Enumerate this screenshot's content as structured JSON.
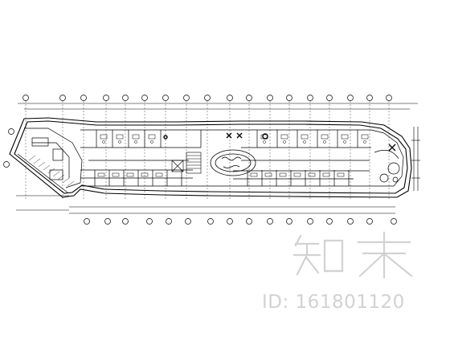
{
  "drawing": {
    "kind": "architectural floor plan (CAD line drawing)",
    "line_color": "#000000",
    "background": "#ffffff"
  },
  "watermark": {
    "logo_text": "知末",
    "id_text": "ID: 161801120",
    "color": "#d2d2d2"
  }
}
